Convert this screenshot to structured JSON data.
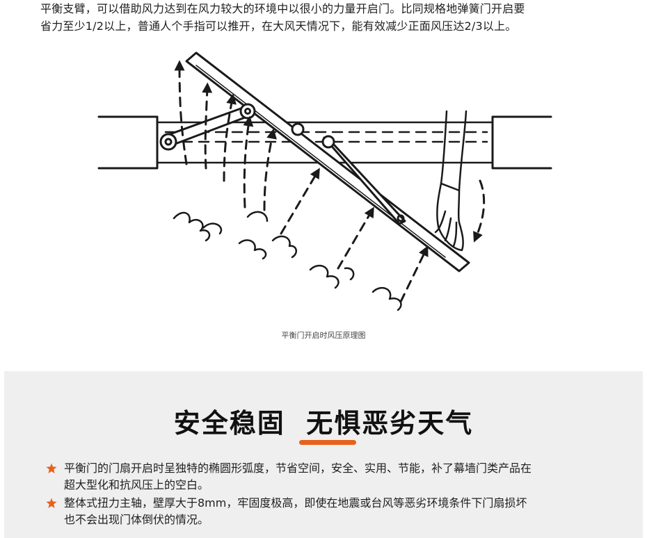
{
  "intro": {
    "line1": "平衡支臂，可以借助风力达到在风力较大的环境中以很小的力量开启门。比同规格地弹簧门开启要",
    "line2": "省力至少1/2以上，普通人个手指可以推开，在大风天情况下，能有效减少正面风压达2/3以上。"
  },
  "diagram": {
    "caption": "平衡门开启时风压原理图"
  },
  "section": {
    "heading": "安全稳固  无惧恶劣天气",
    "accent_color": "#e8601c",
    "bullets": [
      {
        "icon": "star-icon",
        "line1": "平衡门的门扇开启时呈独特的椭圆形弧度，节省空间，安全、实用、节能，补了幕墙门类产品在",
        "line2": "超大型化和抗风压上的空白。"
      },
      {
        "icon": "star-icon",
        "line1": "整体式扭力主轴，壁厚大于8mm，牢固度极高，即使在地震或台风等恶劣环境条件下门扇损坏",
        "line2": "也不会出现门体倒伏的情况。"
      }
    ]
  }
}
